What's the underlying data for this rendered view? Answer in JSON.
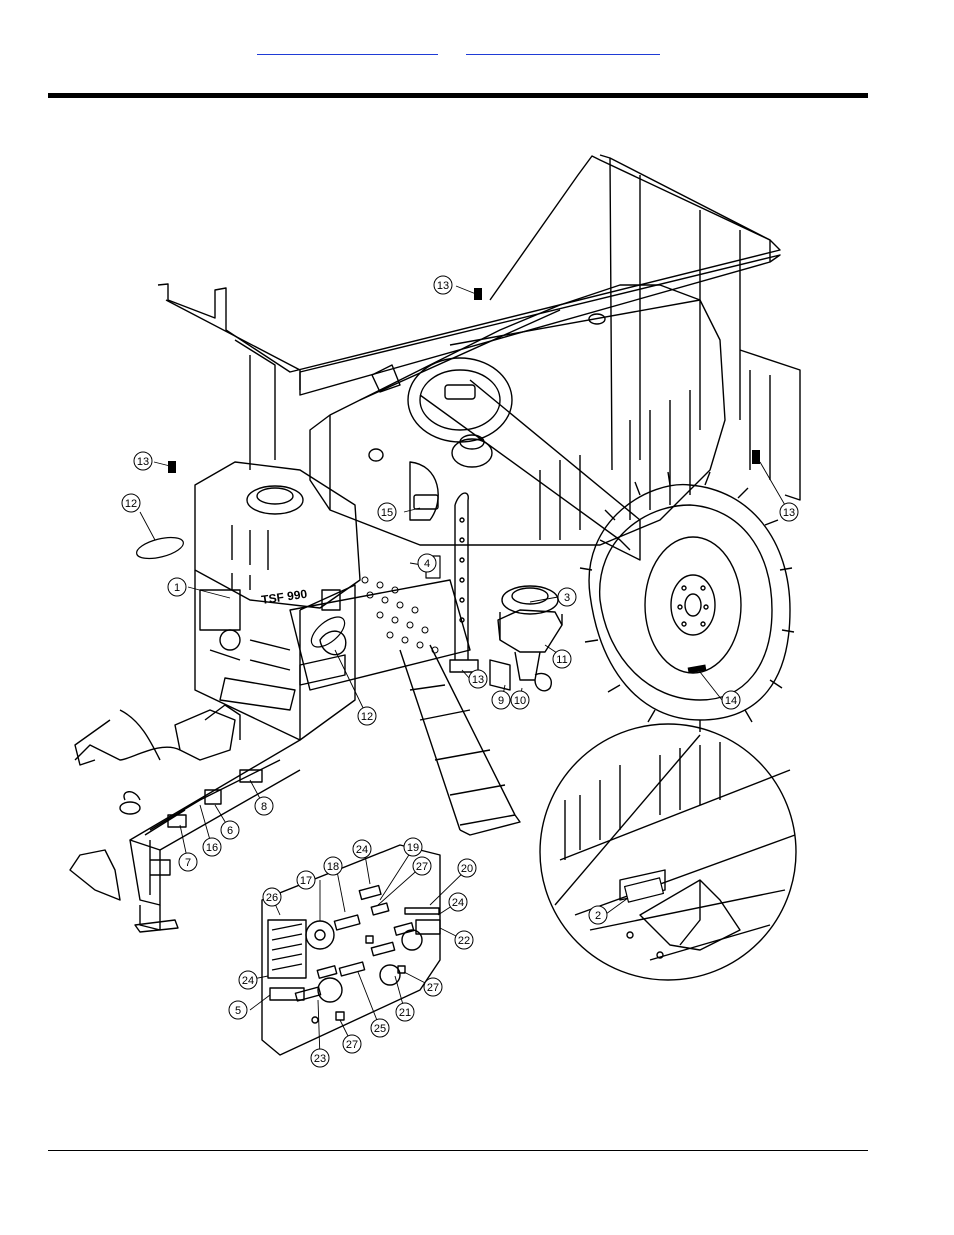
{
  "nav": {
    "links": [
      {
        "label": ""
      },
      {
        "label": ""
      }
    ]
  },
  "tank_label": "TSF 990",
  "callouts": [
    {
      "label": "1"
    },
    {
      "label": "2"
    },
    {
      "label": "3"
    },
    {
      "label": "4"
    },
    {
      "label": "5"
    },
    {
      "label": "6"
    },
    {
      "label": "7"
    },
    {
      "label": "8"
    },
    {
      "label": "9"
    },
    {
      "label": "10"
    },
    {
      "label": "11"
    },
    {
      "label": "12"
    },
    {
      "label": "12"
    },
    {
      "label": "13"
    },
    {
      "label": "13"
    },
    {
      "label": "13"
    },
    {
      "label": "13"
    },
    {
      "label": "14"
    },
    {
      "label": "15"
    },
    {
      "label": "16"
    },
    {
      "label": "17"
    },
    {
      "label": "18"
    },
    {
      "label": "19"
    },
    {
      "label": "20"
    },
    {
      "label": "21"
    },
    {
      "label": "22"
    },
    {
      "label": "23"
    },
    {
      "label": "24"
    },
    {
      "label": "24"
    },
    {
      "label": "24"
    },
    {
      "label": "25"
    },
    {
      "label": "26"
    },
    {
      "label": "27"
    },
    {
      "label": "27"
    },
    {
      "label": "27"
    }
  ]
}
